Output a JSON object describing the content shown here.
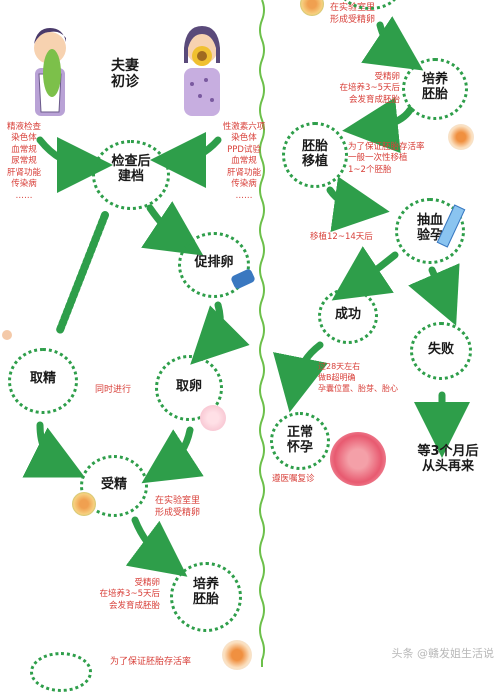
{
  "left_column": {
    "couple_label": "夫妻\n初诊",
    "male_exams": [
      "精液检查",
      "染色体",
      "血常规",
      "尿常规",
      "肝肾功能",
      "传染病",
      "……"
    ],
    "female_exams": [
      "性激素六项",
      "染色体",
      "PPD试验",
      "血常规",
      "肝肾功能",
      "传染病",
      "……"
    ],
    "step_checkup": "检查后\n建档",
    "step_ovulation": "促排卵",
    "step_sperm": "取精",
    "step_egg": "取卵",
    "simultaneous": "同时进行",
    "step_fertilize": "受精",
    "fertilize_note": "在实验室里\n形成受精卵",
    "step_culture": "培养\n胚胎",
    "culture_note": "受精卵\n在培养3~5天后\n会发育成胚胎",
    "bottom_note_partial": "为了保证胚胎存活率"
  },
  "right_column": {
    "top_note": "在实验室里\n形成受精卵",
    "culture_note": "受精卵\n在培养3~5天后\n会发育成胚胎",
    "step_culture": "培养\n胚胎",
    "step_transfer": "胚胎\n移植",
    "transfer_note": "为了保证胚胎存活率\n一般一次性移植\n1~2个胚胎",
    "step_blood_test": "抽血\n验孕",
    "blood_note": "移植12~14天后",
    "step_success": "成功",
    "step_fail": "失败",
    "ultrasound_note": "过28天左右\n做B超明确\n孕囊位置、胎芽、胎心",
    "step_normal": "正常\n怀孕",
    "doctor_note": "遵医嘱复诊",
    "retry_note": "等3个月后\n从头再来"
  },
  "watermark": "头条 @赣发姐生活说",
  "colors": {
    "green": "#2e9e4a",
    "red": "#d8403a",
    "divider": "#6cc04a"
  }
}
